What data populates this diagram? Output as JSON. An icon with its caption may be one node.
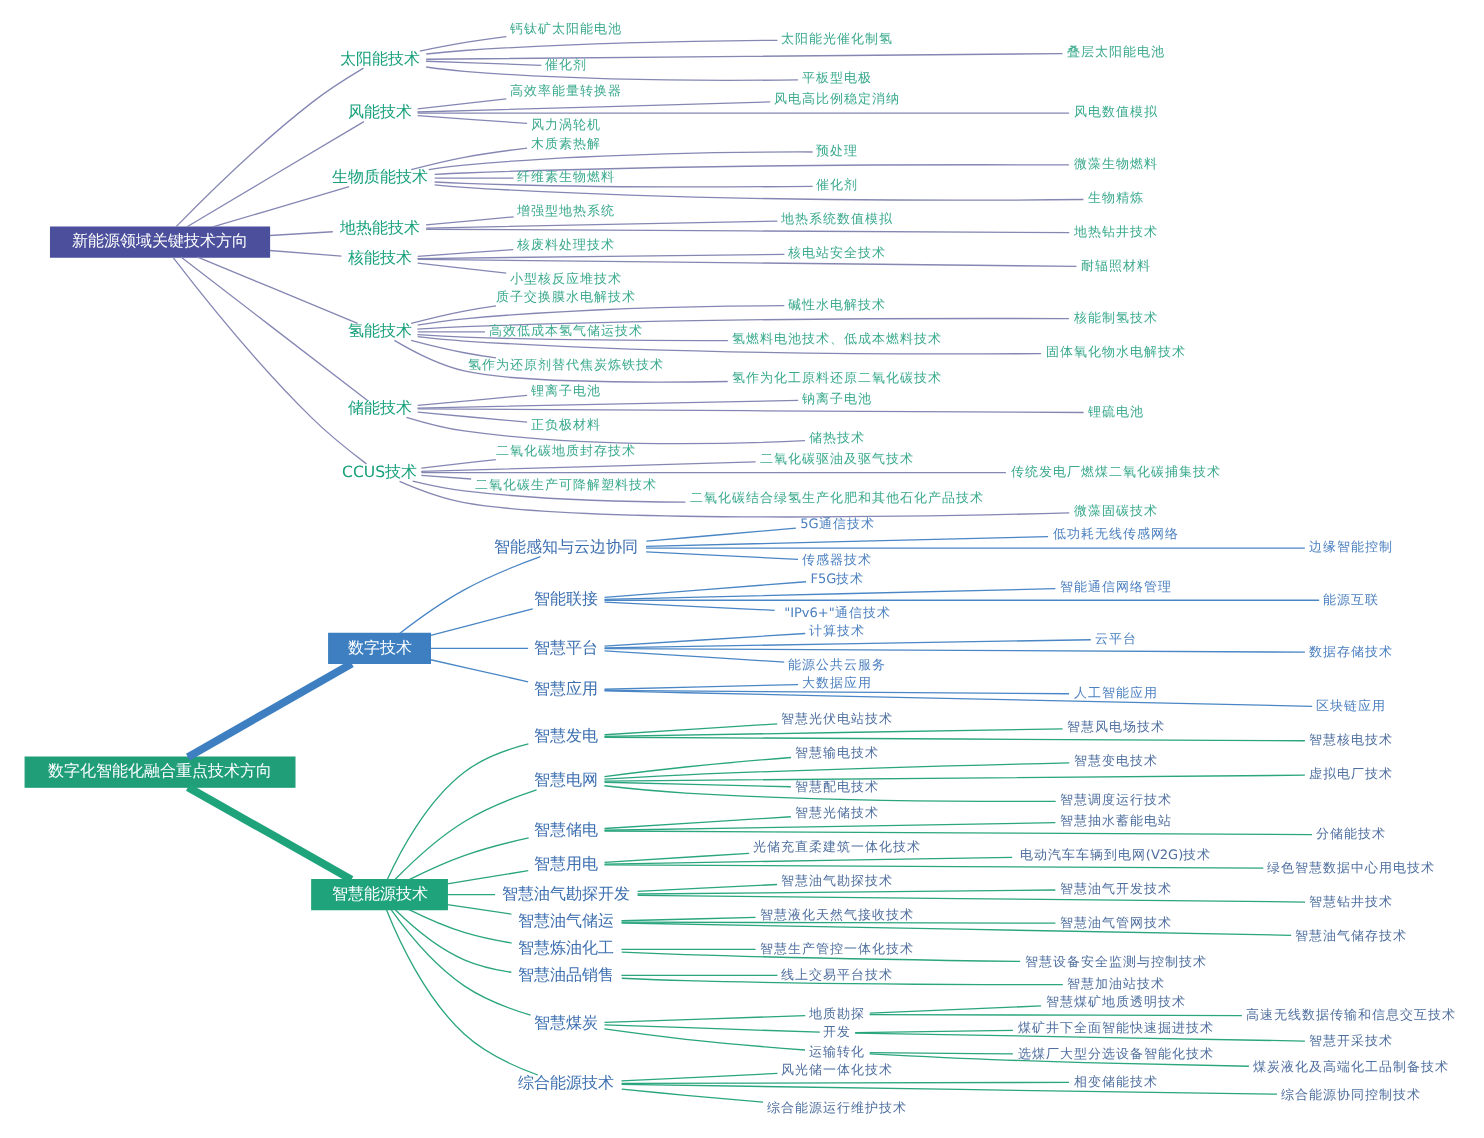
{
  "diagram": {
    "nodes": [
      {
        "text": [
          "新能源领域关键技术方向"
        ]
      },
      {
        "text": [
          "太阳能技术"
        ]
      },
      {
        "text": [
          "钙钛矿太阳能电池"
        ]
      },
      {
        "text": [
          "太阳能光催化制氢"
        ]
      },
      {
        "text": [
          "叠层太阳能电池"
        ]
      },
      {
        "text": [
          "催化剂"
        ]
      },
      {
        "text": [
          "平板型电极"
        ]
      },
      {
        "text": [
          "风能技术"
        ]
      },
      {
        "text": [
          "高效率能量转换器"
        ]
      },
      {
        "text": [
          "风电高比例稳定消纳"
        ]
      },
      {
        "text": [
          "风电数值模拟"
        ]
      },
      {
        "text": [
          "风力涡轮机"
        ]
      },
      {
        "text": [
          "生物质能技术"
        ]
      },
      {
        "text": [
          "木质素热解"
        ]
      },
      {
        "text": [
          "预处理"
        ]
      },
      {
        "text": [
          "微藻生物燃料"
        ]
      },
      {
        "text": [
          "纤维素生物燃料"
        ]
      },
      {
        "text": [
          "催化剂"
        ]
      },
      {
        "text": [
          "生物精炼"
        ]
      },
      {
        "text": [
          "地热能技术"
        ]
      },
      {
        "text": [
          "增强型地热系统"
        ]
      },
      {
        "text": [
          "地热系统数值模拟"
        ]
      },
      {
        "text": [
          "地热钻井技术"
        ]
      },
      {
        "text": [
          "核能技术"
        ]
      },
      {
        "text": [
          "核废料处理技术"
        ]
      },
      {
        "text": [
          "核电站安全技术"
        ]
      },
      {
        "text": [
          "耐辐照材料"
        ]
      },
      {
        "text": [
          "小型核反应堆技术"
        ]
      },
      {
        "text": [
          "氢能技术"
        ]
      },
      {
        "text": [
          "质子交换膜水电解技术"
        ]
      },
      {
        "text": [
          "碱性水电解技术"
        ]
      },
      {
        "text": [
          "核能制氢技术"
        ]
      },
      {
        "text": [
          "高效低成本氢气储运技术"
        ]
      },
      {
        "text": [
          "氢燃料电池技术、低成本燃料技术"
        ]
      },
      {
        "text": [
          "固体氧化物水电解技术"
        ]
      },
      {
        "text": [
          "氢作为还原剂替代焦炭炼铁技术"
        ]
      },
      {
        "text": [
          "氢作为化工原料还原二氧化碳技术"
        ]
      },
      {
        "text": [
          "储能技术"
        ]
      },
      {
        "text": [
          "锂离子电池"
        ]
      },
      {
        "text": [
          "钠离子电池"
        ]
      },
      {
        "text": [
          "锂硫电池"
        ]
      },
      {
        "text": [
          "正负极材料"
        ]
      },
      {
        "text": [
          "储热技术"
        ]
      },
      {
        "text": [
          "CCUS技术"
        ]
      },
      {
        "text": [
          "二氧化碳地质封存技术"
        ]
      },
      {
        "text": [
          "二氧化碳驱油及驱气技术"
        ]
      },
      {
        "text": [
          "传统发电厂燃煤二氧化碳捕集技术"
        ]
      },
      {
        "text": [
          "二氧化碳生产可降解塑料技术"
        ]
      },
      {
        "text": [
          "二氧化碳结合绿氢生产化肥和其他石化产品技术"
        ]
      },
      {
        "text": [
          "微藻固碳技术"
        ]
      },
      {
        "text": [
          "数字化智能化融合重点技术方向"
        ]
      },
      {
        "text": [
          "数字技术"
        ]
      },
      {
        "text": [
          "智能感知与云边协同"
        ]
      },
      {
        "text": [
          "5G通信技术"
        ]
      },
      {
        "text": [
          "低功耗无线传感网络"
        ]
      },
      {
        "text": [
          "边缘智能控制"
        ]
      },
      {
        "text": [
          "传感器技术"
        ]
      },
      {
        "text": [
          "智能联接"
        ]
      },
      {
        "text": [
          "F5G技术"
        ]
      },
      {
        "text": [
          "智能通信网络管理"
        ]
      },
      {
        "text": [
          "能源互联"
        ]
      },
      {
        "text": [
          "\"IPv6+\"通信技术"
        ]
      },
      {
        "text": [
          "智慧平台"
        ]
      },
      {
        "text": [
          "计算技术"
        ]
      },
      {
        "text": [
          "云平台"
        ]
      },
      {
        "text": [
          "数据存储技术"
        ]
      },
      {
        "text": [
          "能源公共云服务"
        ]
      },
      {
        "text": [
          "智慧应用"
        ]
      },
      {
        "text": [
          "大数据应用"
        ]
      },
      {
        "text": [
          "人工智能应用"
        ]
      },
      {
        "text": [
          "区块链应用"
        ]
      },
      {
        "text": [
          "智慧能源技术"
        ]
      },
      {
        "text": [
          "智慧发电"
        ]
      },
      {
        "text": [
          "智慧光伏电站技术"
        ]
      },
      {
        "text": [
          "智慧风电场技术"
        ]
      },
      {
        "text": [
          "智慧核电技术"
        ]
      },
      {
        "text": [
          "智慧电网"
        ]
      },
      {
        "text": [
          "智慧输电技术"
        ]
      },
      {
        "text": [
          "智慧变电技术"
        ]
      },
      {
        "text": [
          "虚拟电厂技术"
        ]
      },
      {
        "text": [
          "智慧配电技术"
        ]
      },
      {
        "text": [
          "智慧调度运行技术"
        ]
      },
      {
        "text": [
          "智慧储电"
        ]
      },
      {
        "text": [
          "智慧光储技术"
        ]
      },
      {
        "text": [
          "智慧抽水蓄能电站"
        ]
      },
      {
        "text": [
          "分储能技术"
        ]
      },
      {
        "text": [
          "智慧用电"
        ]
      },
      {
        "text": [
          "光储充直柔建筑一体化技术"
        ]
      },
      {
        "text": [
          "电动汽车车辆到电网(V2G)技术"
        ]
      },
      {
        "text": [
          "绿色智慧数据中心用电技术"
        ]
      },
      {
        "text": [
          "智慧油气勘探开发"
        ]
      },
      {
        "text": [
          "智慧油气勘探技术"
        ]
      },
      {
        "text": [
          "智慧油气开发技术"
        ]
      },
      {
        "text": [
          "智慧钻井技术"
        ]
      },
      {
        "text": [
          "智慧油气储运"
        ]
      },
      {
        "text": [
          "智慧液化天然气接收技术"
        ]
      },
      {
        "text": [
          "智慧油气管网技术"
        ]
      },
      {
        "text": [
          "智慧油气储存技术"
        ]
      },
      {
        "text": [
          "智慧炼油化工"
        ]
      },
      {
        "text": [
          "智慧生产管控一体化技术"
        ]
      },
      {
        "text": [
          "智慧设备安全监测与控制技术"
        ]
      },
      {
        "text": [
          "智慧油品销售"
        ]
      },
      {
        "text": [
          "线上交易平台技术"
        ]
      },
      {
        "text": [
          "智慧加油站技术"
        ]
      },
      {
        "text": [
          "智慧煤炭"
        ]
      },
      {
        "text": [
          "地质勘探"
        ]
      },
      {
        "text": [
          "智慧煤矿地质透明技术"
        ]
      },
      {
        "text": [
          "高速无线数据传输和信息交互技术"
        ]
      },
      {
        "text": [
          "开发"
        ]
      },
      {
        "text": [
          "煤矿井下全面智能快速掘进技术"
        ]
      },
      {
        "text": [
          "智慧开采技术"
        ]
      },
      {
        "text": [
          "运输转化"
        ]
      },
      {
        "text": [
          "选煤厂大型分选设备智能化技术"
        ]
      },
      {
        "text": [
          "煤炭液化及高端化工品制备技术"
        ]
      },
      {
        "text": [
          "综合能源技术"
        ]
      },
      {
        "text": [
          "风光储一体化技术"
        ]
      },
      {
        "text": [
          "相变储能技术"
        ]
      },
      {
        "text": [
          "综合能源协同控制技术"
        ]
      },
      {
        "text": [
          "综合能源运行维护技术"
        ]
      }
    ],
    "edges": [
      {
        "from": 0,
        "to": 1,
        "arrow": "none"
      },
      {
        "from": 1,
        "to": 2,
        "arrow": "none"
      },
      {
        "from": 1,
        "to": 3,
        "arrow": "none"
      },
      {
        "from": 1,
        "to": 4,
        "arrow": "none"
      },
      {
        "from": 1,
        "to": 5,
        "arrow": "none"
      },
      {
        "from": 1,
        "to": 6,
        "arrow": "none"
      },
      {
        "from": 0,
        "to": 7,
        "arrow": "none"
      },
      {
        "from": 7,
        "to": 8,
        "arrow": "none"
      },
      {
        "from": 7,
        "to": 9,
        "arrow": "none"
      },
      {
        "from": 7,
        "to": 10,
        "arrow": "none"
      },
      {
        "from": 7,
        "to": 11,
        "arrow": "none"
      },
      {
        "from": 0,
        "to": 12,
        "arrow": "none"
      },
      {
        "from": 12,
        "to": 13,
        "arrow": "none"
      },
      {
        "from": 12,
        "to": 14,
        "arrow": "none"
      },
      {
        "from": 12,
        "to": 15,
        "arrow": "none"
      },
      {
        "from": 12,
        "to": 16,
        "arrow": "none"
      },
      {
        "from": 12,
        "to": 17,
        "arrow": "none"
      },
      {
        "from": 12,
        "to": 18,
        "arrow": "none"
      },
      {
        "from": 0,
        "to": 19,
        "arrow": "none"
      },
      {
        "from": 19,
        "to": 20,
        "arrow": "none"
      },
      {
        "from": 19,
        "to": 21,
        "arrow": "none"
      },
      {
        "from": 19,
        "to": 22,
        "arrow": "none"
      },
      {
        "from": 0,
        "to": 23,
        "arrow": "none"
      },
      {
        "from": 23,
        "to": 24,
        "arrow": "none"
      },
      {
        "from": 23,
        "to": 25,
        "arrow": "none"
      },
      {
        "from": 23,
        "to": 26,
        "arrow": "none"
      },
      {
        "from": 23,
        "to": 27,
        "arrow": "none"
      },
      {
        "from": 0,
        "to": 28,
        "arrow": "none"
      },
      {
        "from": 28,
        "to": 29,
        "arrow": "none"
      },
      {
        "from": 28,
        "to": 30,
        "arrow": "none"
      },
      {
        "from": 28,
        "to": 31,
        "arrow": "none"
      },
      {
        "from": 28,
        "to": 32,
        "arrow": "none"
      },
      {
        "from": 28,
        "to": 33,
        "arrow": "none"
      },
      {
        "from": 28,
        "to": 34,
        "arrow": "none"
      },
      {
        "from": 28,
        "to": 35,
        "arrow": "none"
      },
      {
        "from": 28,
        "to": 36,
        "arrow": "none"
      },
      {
        "from": 0,
        "to": 37,
        "arrow": "none"
      },
      {
        "from": 37,
        "to": 38,
        "arrow": "none"
      },
      {
        "from": 37,
        "to": 39,
        "arrow": "none"
      },
      {
        "from": 37,
        "to": 40,
        "arrow": "none"
      },
      {
        "from": 37,
        "to": 41,
        "arrow": "none"
      },
      {
        "from": 37,
        "to": 42,
        "arrow": "none"
      },
      {
        "from": 0,
        "to": 43,
        "arrow": "none"
      },
      {
        "from": 43,
        "to": 44,
        "arrow": "none"
      },
      {
        "from": 43,
        "to": 45,
        "arrow": "none"
      },
      {
        "from": 43,
        "to": 46,
        "arrow": "none"
      },
      {
        "from": 43,
        "to": 47,
        "arrow": "none"
      },
      {
        "from": 43,
        "to": 48,
        "arrow": "none"
      },
      {
        "from": 43,
        "to": 49,
        "arrow": "none"
      },
      {
        "from": 50,
        "to": 51,
        "arrow": "none",
        "style": "thick",
        "color": "#3d7fc0"
      },
      {
        "from": 51,
        "to": 52,
        "arrow": "none",
        "color": "#4a86c5"
      },
      {
        "from": 52,
        "to": 53,
        "arrow": "none",
        "color": "#4a86c5"
      },
      {
        "from": 52,
        "to": 54,
        "arrow": "none",
        "color": "#4a86c5"
      },
      {
        "from": 52,
        "to": 55,
        "arrow": "none",
        "color": "#4a86c5"
      },
      {
        "from": 52,
        "to": 56,
        "arrow": "none",
        "color": "#4a86c5"
      },
      {
        "from": 51,
        "to": 57,
        "arrow": "none",
        "color": "#4a86c5"
      },
      {
        "from": 57,
        "to": 58,
        "arrow": "none",
        "color": "#4a86c5"
      },
      {
        "from": 57,
        "to": 59,
        "arrow": "none",
        "color": "#4a86c5"
      },
      {
        "from": 57,
        "to": 60,
        "arrow": "none",
        "color": "#4a86c5"
      },
      {
        "from": 57,
        "to": 61,
        "arrow": "none",
        "color": "#4a86c5"
      },
      {
        "from": 51,
        "to": 62,
        "arrow": "none",
        "color": "#4a86c5"
      },
      {
        "from": 62,
        "to": 63,
        "arrow": "none",
        "color": "#4a86c5"
      },
      {
        "from": 62,
        "to": 64,
        "arrow": "none",
        "color": "#4a86c5"
      },
      {
        "from": 62,
        "to": 65,
        "arrow": "none",
        "color": "#4a86c5"
      },
      {
        "from": 62,
        "to": 66,
        "arrow": "none",
        "color": "#4a86c5"
      },
      {
        "from": 51,
        "to": 67,
        "arrow": "none",
        "color": "#4a86c5"
      },
      {
        "from": 67,
        "to": 68,
        "arrow": "none",
        "color": "#4a86c5"
      },
      {
        "from": 67,
        "to": 69,
        "arrow": "none",
        "color": "#4a86c5"
      },
      {
        "from": 67,
        "to": 70,
        "arrow": "none",
        "color": "#4a86c5"
      },
      {
        "from": 50,
        "to": 71,
        "arrow": "none",
        "style": "thick",
        "color": "#1fa37b"
      },
      {
        "from": 71,
        "to": 72,
        "arrow": "none",
        "color": "#2aa57e"
      },
      {
        "from": 72,
        "to": 73,
        "arrow": "none",
        "color": "#2aa57e"
      },
      {
        "from": 72,
        "to": 74,
        "arrow": "none",
        "color": "#2aa57e"
      },
      {
        "from": 72,
        "to": 75,
        "arrow": "none",
        "color": "#2aa57e"
      },
      {
        "from": 71,
        "to": 76,
        "arrow": "none",
        "color": "#2aa57e"
      },
      {
        "from": 76,
        "to": 77,
        "arrow": "none",
        "color": "#2aa57e"
      },
      {
        "from": 76,
        "to": 78,
        "arrow": "none",
        "color": "#2aa57e"
      },
      {
        "from": 76,
        "to": 79,
        "arrow": "none",
        "color": "#2aa57e"
      },
      {
        "from": 76,
        "to": 80,
        "arrow": "none",
        "color": "#2aa57e"
      },
      {
        "from": 76,
        "to": 81,
        "arrow": "none",
        "color": "#2aa57e"
      },
      {
        "from": 71,
        "to": 82,
        "arrow": "none",
        "color": "#2aa57e"
      },
      {
        "from": 82,
        "to": 83,
        "arrow": "none",
        "color": "#2aa57e"
      },
      {
        "from": 82,
        "to": 84,
        "arrow": "none",
        "color": "#2aa57e"
      },
      {
        "from": 82,
        "to": 85,
        "arrow": "none",
        "color": "#2aa57e"
      },
      {
        "from": 71,
        "to": 86,
        "arrow": "none",
        "color": "#2aa57e"
      },
      {
        "from": 86,
        "to": 87,
        "arrow": "none",
        "color": "#2aa57e"
      },
      {
        "from": 86,
        "to": 88,
        "arrow": "none",
        "color": "#2aa57e"
      },
      {
        "from": 86,
        "to": 89,
        "arrow": "none",
        "color": "#2aa57e"
      },
      {
        "from": 71,
        "to": 90,
        "arrow": "none",
        "color": "#2aa57e"
      },
      {
        "from": 90,
        "to": 91,
        "arrow": "none",
        "color": "#2aa57e"
      },
      {
        "from": 90,
        "to": 92,
        "arrow": "none",
        "color": "#2aa57e"
      },
      {
        "from": 90,
        "to": 93,
        "arrow": "none",
        "color": "#2aa57e"
      },
      {
        "from": 71,
        "to": 94,
        "arrow": "none",
        "color": "#2aa57e"
      },
      {
        "from": 94,
        "to": 95,
        "arrow": "none",
        "color": "#2aa57e"
      },
      {
        "from": 94,
        "to": 96,
        "arrow": "none",
        "color": "#2aa57e"
      },
      {
        "from": 94,
        "to": 97,
        "arrow": "none",
        "color": "#2aa57e"
      },
      {
        "from": 71,
        "to": 98,
        "arrow": "none",
        "color": "#2aa57e"
      },
      {
        "from": 98,
        "to": 99,
        "arrow": "none",
        "color": "#2aa57e"
      },
      {
        "from": 98,
        "to": 100,
        "arrow": "none",
        "color": "#2aa57e"
      },
      {
        "from": 71,
        "to": 101,
        "arrow": "none",
        "color": "#2aa57e"
      },
      {
        "from": 101,
        "to": 102,
        "arrow": "none",
        "color": "#2aa57e"
      },
      {
        "from": 101,
        "to": 103,
        "arrow": "none",
        "color": "#2aa57e"
      },
      {
        "from": 71,
        "to": 104,
        "arrow": "none",
        "color": "#2aa57e"
      },
      {
        "from": 104,
        "to": 105,
        "arrow": "none",
        "color": "#2aa57e"
      },
      {
        "from": 105,
        "to": 106,
        "arrow": "none",
        "color": "#2aa57e"
      },
      {
        "from": 105,
        "to": 107,
        "arrow": "none",
        "color": "#2aa57e"
      },
      {
        "from": 104,
        "to": 108,
        "arrow": "none",
        "color": "#2aa57e"
      },
      {
        "from": 108,
        "to": 109,
        "arrow": "none",
        "color": "#2aa57e"
      },
      {
        "from": 108,
        "to": 110,
        "arrow": "none",
        "color": "#2aa57e"
      },
      {
        "from": 104,
        "to": 111,
        "arrow": "none",
        "color": "#2aa57e"
      },
      {
        "from": 111,
        "to": 112,
        "arrow": "none",
        "color": "#2aa57e"
      },
      {
        "from": 111,
        "to": 113,
        "arrow": "none",
        "color": "#2aa57e"
      },
      {
        "from": 71,
        "to": 114,
        "arrow": "none",
        "color": "#2aa57e"
      },
      {
        "from": 114,
        "to": 115,
        "arrow": "none",
        "color": "#2aa57e"
      },
      {
        "from": 114,
        "to": 116,
        "arrow": "none",
        "color": "#2aa57e"
      },
      {
        "from": 114,
        "to": 117,
        "arrow": "none",
        "color": "#2aa57e"
      },
      {
        "from": 114,
        "to": 118,
        "arrow": "none",
        "color": "#2aa57e"
      }
    ]
  }
}
